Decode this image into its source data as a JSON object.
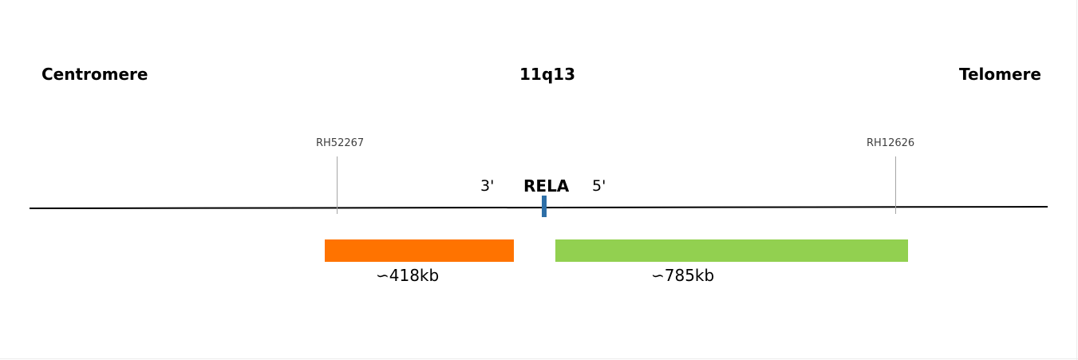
{
  "header": {
    "left_label": "Centromere",
    "center_label": "11q13",
    "right_label": "Telomere"
  },
  "markers": {
    "left": "RH52267",
    "right": "RH12626"
  },
  "gene": {
    "name": "RELA",
    "end_3": "3'",
    "end_5": "5'",
    "color": "#2e6fa7"
  },
  "segments": {
    "left": {
      "size_label": "∽418kb",
      "color": "#ff7300"
    },
    "right": {
      "size_label": "∽785kb",
      "color": "#92d050"
    }
  }
}
